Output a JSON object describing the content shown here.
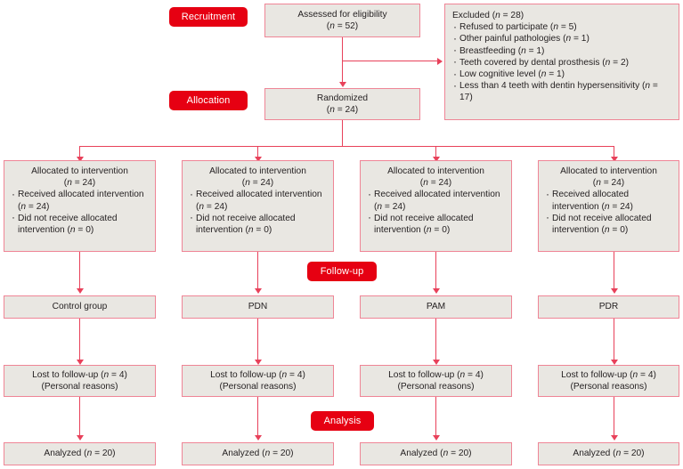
{
  "diagram": {
    "title": "CONSORT participant flow diagram",
    "colors": {
      "pill_red": "#e60012",
      "connector_red": "#e8415a",
      "box_border": "#ef8596",
      "box_fill": "#e9e7e2",
      "text": "#231f20",
      "page_background": "#ffffff"
    }
  },
  "stages": {
    "recruitment": "Recruitment",
    "allocation": "Allocation",
    "followup": "Follow-up",
    "analysis": "Analysis"
  },
  "enrollment": {
    "assessed": {
      "line1": "Assessed for eligibility",
      "line2": "(n = 52)"
    },
    "excluded": {
      "heading": "Excluded (n = 28)",
      "reasons": [
        "Refused to participate (n = 5)",
        "Other painful pathologies (n = 1)",
        "Breastfeeding (n = 1)",
        "Teeth covered by dental prosthesis (n = 2)",
        "Low cognitive level (n = 1)",
        "Less than 4 teeth with dentin hypersensitivity (n = 17)"
      ]
    },
    "randomized": {
      "line1": "Randomized",
      "line2": "(n = 24)"
    }
  },
  "arms": [
    {
      "id": "control",
      "allocation": {
        "line1": "Allocated to intervention",
        "line2": "(n = 24)",
        "bullets": [
          "Received allocated intervention (n = 24)",
          "Did not receive allocated intervention (n = 0)"
        ]
      },
      "group_label": "Control group",
      "lost": {
        "line1": "Lost to follow-up (n = 4)",
        "line2": "(Personal reasons)"
      },
      "analyzed": "Analyzed (n = 20)"
    },
    {
      "id": "pdn",
      "allocation": {
        "line1": "Allocated to intervention",
        "line2": "(n = 24)",
        "bullets": [
          "Received allocated intervention (n = 24)",
          "Did not receive allocated intervention (n = 0)"
        ]
      },
      "group_label": "PDN",
      "lost": {
        "line1": "Lost to follow-up (n = 4)",
        "line2": "(Personal reasons)"
      },
      "analyzed": "Analyzed (n = 20)"
    },
    {
      "id": "pam",
      "allocation": {
        "line1": "Allocated to intervention",
        "line2": "(n = 24)",
        "bullets": [
          "Received allocated intervention (n = 24)",
          "Did not receive allocated intervention (n = 0)"
        ]
      },
      "group_label": "PAM",
      "lost": {
        "line1": "Lost to follow-up (n = 4)",
        "line2": "(Personal reasons)"
      },
      "analyzed": "Analyzed (n = 20)"
    },
    {
      "id": "pdr",
      "allocation": {
        "line1": "Allocated to intervention",
        "line2": "(n = 24)",
        "bullets": [
          "Received allocated intervention (n = 24)",
          "Did not receive allocated intervention (n = 0)"
        ]
      },
      "group_label": "PDR",
      "lost": {
        "line1": "Lost to follow-up (n = 4)",
        "line2": "(Personal reasons)"
      },
      "analyzed": "Analyzed (n = 20)"
    }
  ]
}
